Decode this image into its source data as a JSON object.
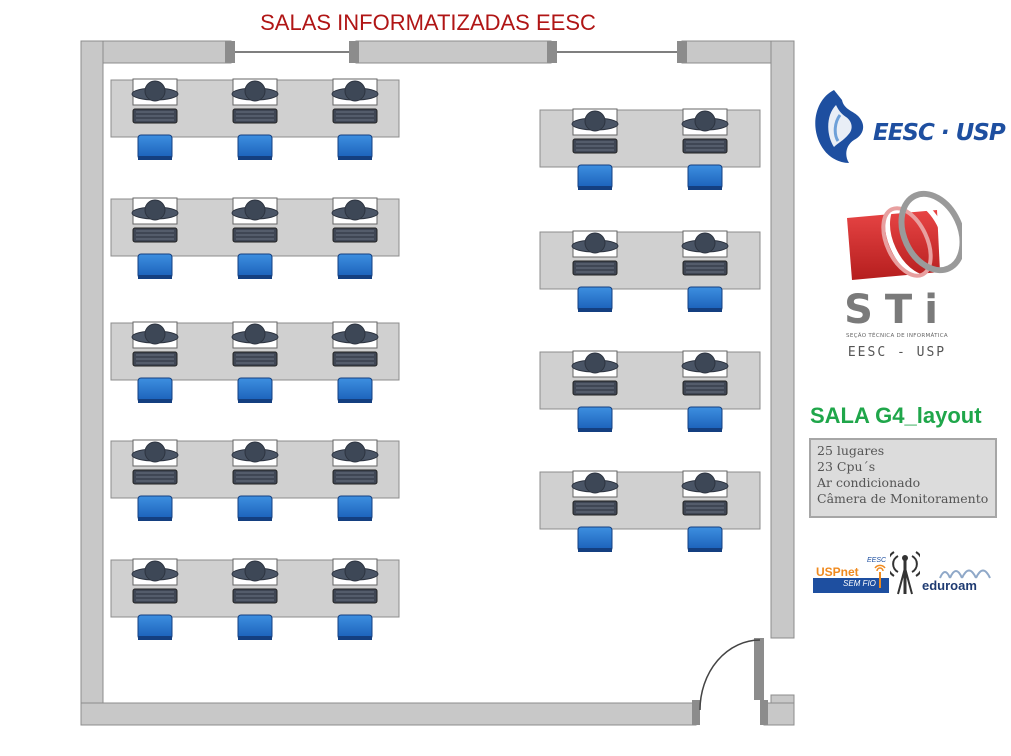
{
  "page": {
    "title": "SALAS INFORMATIZADAS EESC"
  },
  "room": {
    "layout_name": "SALA G4_layout",
    "info": [
      "25 lugares",
      "23 Cpu´s",
      "Ar condicionado",
      "Câmera de Monitoramento"
    ],
    "left_rows_of_desks": 5,
    "left_seats_per_row": 3,
    "right_rows_of_desks": 4,
    "right_seats_per_row": 2
  },
  "logos": {
    "eesc": "EESC · USP",
    "sti": "STi",
    "sti_subtitle": "SEÇÃO TÉCNICA DE INFORMÁTICA",
    "sti_eesc": "EESC - USP",
    "uspnet": "USPnet",
    "uspnet_tag": "EESC",
    "uspnet_sub": "SEM FIO",
    "eduroam": "eduroam"
  },
  "colors": {
    "title_red": "#b01515",
    "layout_green": "#1fa64a",
    "chair_blue": "#1f6fcc",
    "desk_gray": "#d0d0d0",
    "wall_gray": "#c8c8c8"
  }
}
